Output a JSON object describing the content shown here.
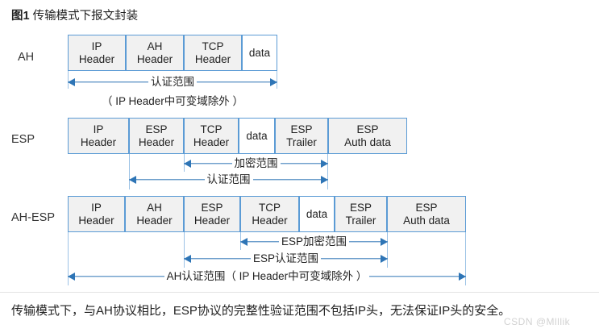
{
  "figure": {
    "number": "图1",
    "caption": "传输模式下报文封装"
  },
  "rows": [
    {
      "label": "AH",
      "boxes": [
        {
          "text": "IP\nHeader",
          "shaded": true
        },
        {
          "text": "AH\nHeader",
          "shaded": true
        },
        {
          "text": "TCP\nHeader",
          "shaded": true
        },
        {
          "text": "data",
          "shaded": false
        }
      ],
      "measures": [
        {
          "text": "认证范围"
        }
      ],
      "notes": [
        {
          "text": "（ IP Header中可变域除外 ）"
        }
      ]
    },
    {
      "label": "ESP",
      "boxes": [
        {
          "text": "IP\nHeader",
          "shaded": true
        },
        {
          "text": "ESP\nHeader",
          "shaded": true
        },
        {
          "text": "TCP\nHeader",
          "shaded": true
        },
        {
          "text": "data",
          "shaded": false
        },
        {
          "text": "ESP\nTrailer",
          "shaded": true
        },
        {
          "text": "ESP\nAuth data",
          "shaded": true
        }
      ],
      "measures": [
        {
          "text": "加密范围"
        },
        {
          "text": "认证范围"
        }
      ],
      "notes": []
    },
    {
      "label": "AH-ESP",
      "boxes": [
        {
          "text": "IP\nHeader",
          "shaded": true
        },
        {
          "text": "AH\nHeader",
          "shaded": true
        },
        {
          "text": "ESP\nHeader",
          "shaded": true
        },
        {
          "text": "TCP\nHeader",
          "shaded": true
        },
        {
          "text": "data",
          "shaded": false
        },
        {
          "text": "ESP\nTrailer",
          "shaded": true
        },
        {
          "text": "ESP\nAuth data",
          "shaded": true
        }
      ],
      "measures": [
        {
          "text": "ESP加密范围"
        },
        {
          "text": "ESP认证范围"
        },
        {
          "text": "AH认证范围（ IP Header中可变域除外 ）"
        }
      ],
      "notes": []
    }
  ],
  "footer": {
    "paragraph": "传输模式下，与AH协议相比，ESP协议的完整性验证范围不包括IP头，无法保证IP头的安全。",
    "watermark": "CSDN @Mlllik"
  },
  "colors": {
    "box_border": "#5b9bd5",
    "box_fill": "#f1f1f1",
    "box_fill_alt": "#ffffff",
    "arrow": "#2e75b6",
    "tick": "#9dc3e6",
    "text": "#222222",
    "divider": "#e3e3e3"
  }
}
